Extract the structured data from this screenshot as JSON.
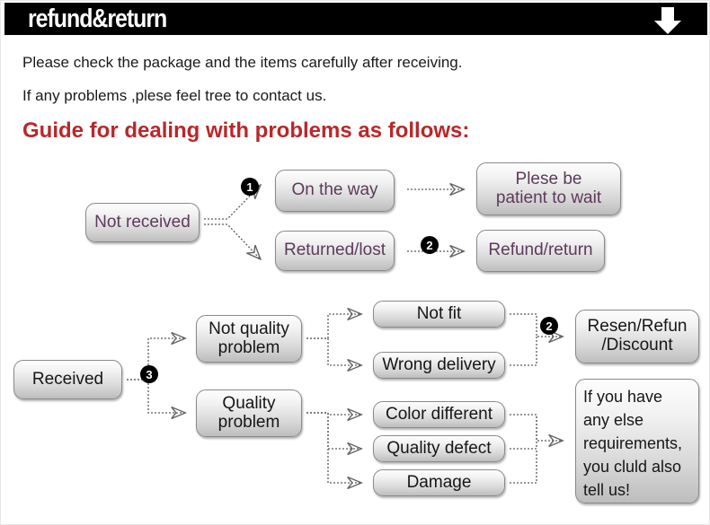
{
  "header": {
    "title": "refund&return",
    "arrow_icon": "down-arrow-icon",
    "background": "#000000",
    "text_color": "#ffffff"
  },
  "intro": {
    "line1": "Please check the package and the items carefully after receiving.",
    "line2": "If any problems ,plese feel tree to contact us.",
    "heading": "Guide for dealing with problems as follows:",
    "heading_color": "#b8282a"
  },
  "flow_top": {
    "step_numbers": [
      "1",
      "2"
    ],
    "nodes": {
      "not_received": "Not received",
      "on_the_way": "On the way",
      "returned_lost": "Returned/lost",
      "patient": "Plese be\npatient to wait",
      "patient_line1": "Plese be",
      "patient_line2": "patient to wait",
      "refund_return": "Refund/return"
    }
  },
  "flow_bottom": {
    "step_numbers": [
      "3",
      "2"
    ],
    "nodes": {
      "received": "Received",
      "not_quality_problem_line1": "Not quality",
      "not_quality_problem_line2": "problem",
      "quality_problem_line1": "Quality",
      "quality_problem_line2": "problem",
      "not_fit": "Not fit",
      "wrong_delivery": "Wrong delivery",
      "color_different": "Color different",
      "quality_defect": "Quality defect",
      "damage": "Damage",
      "resend_line1": "Resen/Refun",
      "resend_line2": "/Discount",
      "note": "If you have any else requirements, you cluld also tell us!"
    }
  },
  "colors": {
    "box_border": "#8a8a8a",
    "box_text_purple": "#5d3a5b",
    "box_text_black": "#161616",
    "connector": "#555555"
  }
}
